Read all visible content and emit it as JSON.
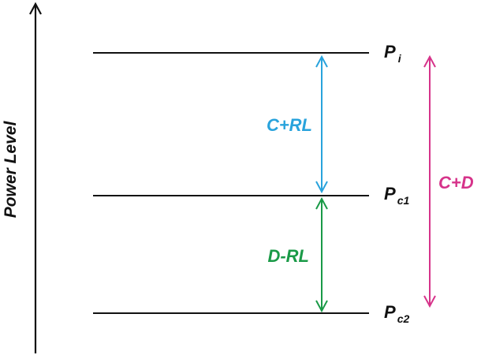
{
  "axis": {
    "label": "Power Level"
  },
  "levels": [
    {
      "id": "pi",
      "base": "P",
      "sub": "i"
    },
    {
      "id": "pc1",
      "base": "P",
      "sub": "c1"
    },
    {
      "id": "pc2",
      "base": "P",
      "sub": "c2"
    }
  ],
  "spans": [
    {
      "id": "c-plus-rl",
      "label": "C+RL",
      "color": "#29a3dc"
    },
    {
      "id": "d-minus-rl",
      "label": "D-RL",
      "color": "#1a9a47"
    },
    {
      "id": "c-plus-d",
      "label": "C+D",
      "color": "#d6338a"
    }
  ],
  "colors": {
    "line": "#111111",
    "axis": "#111111"
  }
}
